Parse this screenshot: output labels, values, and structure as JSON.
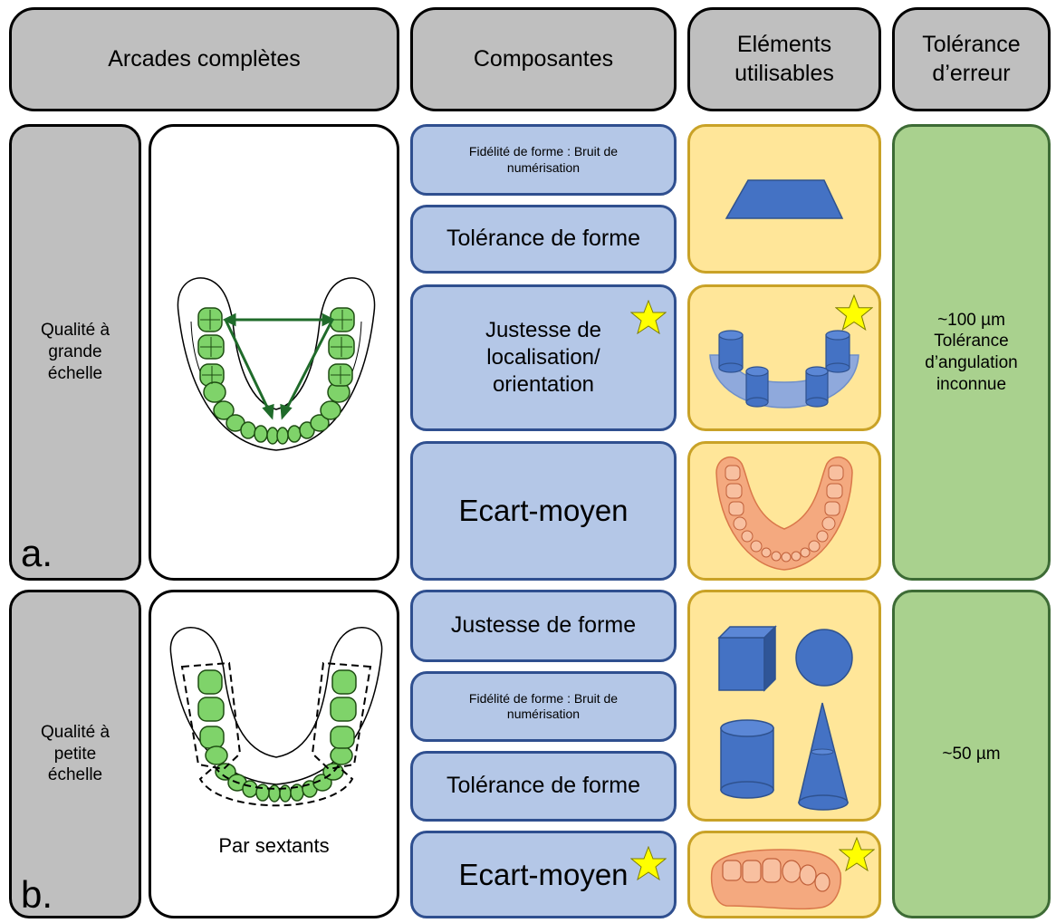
{
  "headers": {
    "arcades": "Arcades complètes",
    "composantes": "Composantes",
    "elements": "Eléments utilisables",
    "tolerance": "Tolérance d’erreur"
  },
  "section_a": {
    "label": "Qualité à grande échelle",
    "letter": "a.",
    "components": [
      "Fidélité de forme : Bruit de numérisation",
      "Tolérance de forme",
      "Justesse de localisation/ orientation",
      "Ecart-moyen"
    ],
    "tolerance": "~100 µm Tolérance d’angulation inconnue"
  },
  "section_b": {
    "label": "Qualité à petite échelle",
    "letter": "b.",
    "caption": "Par sextants",
    "components": [
      "Justesse de forme",
      "Fidélité de forme : Bruit de numérisation",
      "Tolérance de forme",
      "Ecart-moyen"
    ],
    "tolerance": "~50 µm"
  },
  "colors": {
    "header_gray": "#bfbfbf",
    "component_blue": "#b4c7e7",
    "element_yellow": "#ffe699",
    "tolerance_green": "#a9d18e",
    "shape_blue": "#4472c4",
    "tooth_green": "#7fd36a",
    "arch_orange": "#f4a97f",
    "star_yellow": "#ffff00"
  },
  "icons": [
    "trapezoid-icon",
    "star-icon",
    "cube-icon",
    "sphere-icon",
    "cylinder-icon",
    "cone-icon",
    "dental-arch-icon",
    "sextant-segment-icon"
  ]
}
